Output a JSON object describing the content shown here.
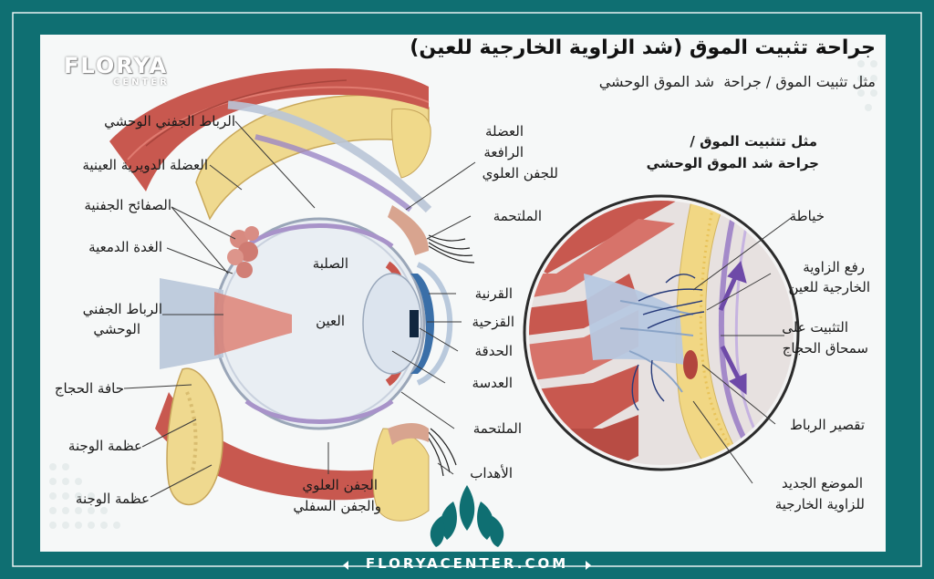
{
  "title": "جراحة تثبيت الموق (شد الزاوية الخارجية للعين)",
  "subtitle": "مثل تثبيت الموق / جراحة ‪ ‬شد الموق الوحشي",
  "brand": {
    "name": "FLORYA",
    "sub": "CENTER"
  },
  "website": "FLORYACENTER.COM",
  "colors": {
    "frame": "#0f6f72",
    "accent": "#0e6d70",
    "muscle": "#c8584f",
    "bone": "#f0d98a",
    "arrow": "#6e4aa8"
  },
  "eye_labels": {
    "lateral_ligament_top": "الرباط الجفني الوحشي",
    "orbicularis": "العضلة الدويرية العينية",
    "tarsal_plates": "الصفائح الجفنية",
    "lacrimal_gland": "الغدة الدمعية",
    "lateral_ligament_mid_1": "الرباط الجفني",
    "lateral_ligament_mid_2": "الوحشي",
    "orbital_rim": "حافة الحجاج",
    "zygomatic_1": "عظمة الوجنة",
    "zygomatic_2": "عظمة الوجنة",
    "levator_1": "العضلة",
    "levator_2": "الرافعة",
    "levator_3": "للجفن العلوي",
    "conjunctiva_top": "الملتحمة",
    "sclera": "الصلبة",
    "eye": "العين",
    "cornea": "القرنية",
    "iris": "القزحية",
    "pupil": "الحدقة",
    "lens": "العدسة",
    "conjunctiva_bottom": "الملتحمة",
    "eyelashes": "الأهداب",
    "eyelids_1": "الجفن العلوي",
    "eyelids_2": "والجفن السفلي"
  },
  "detail": {
    "heading_1": "مثل تتثبيت الموق /",
    "heading_2": "جراحة شد الموق الوحشي",
    "suture": "خياطة",
    "lift_1": "رفع الزاوية",
    "lift_2": "الخارجية للعين",
    "fixation_1": "التثبيت على",
    "fixation_2": "سمحاق الحجاج",
    "shortening": "تقصير الرباط",
    "new_position_1": "الموضع الجديد",
    "new_position_2": "للزاوية الخارجية"
  }
}
